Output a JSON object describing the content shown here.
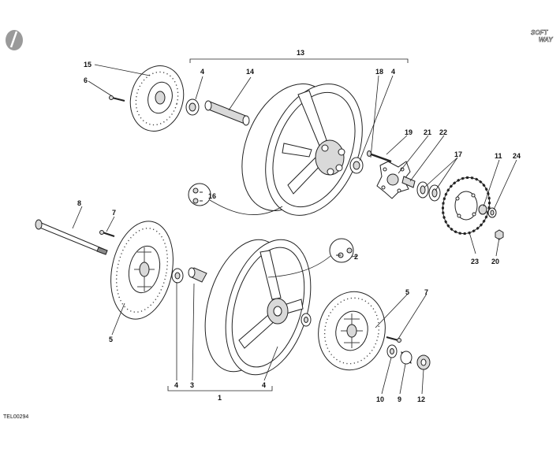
{
  "diagram": {
    "drawing_code": "TEL00294",
    "logo": {
      "line1": "SOFT",
      "line2": "WAY"
    },
    "callouts": {
      "c1": "1",
      "c2": "2",
      "c3": "3",
      "c4a": "4",
      "c4b": "4",
      "c4c": "4",
      "c4d": "4",
      "c5a": "5",
      "c5b": "5",
      "c6": "6",
      "c7a": "7",
      "c7b": "7",
      "c8": "8",
      "c9": "9",
      "c10": "10",
      "c11": "11",
      "c12": "12",
      "c13": "13",
      "c14": "14",
      "c15": "15",
      "c16": "16",
      "c17": "17",
      "c18": "18",
      "c19": "19",
      "c20": "20",
      "c21": "21",
      "c22": "22",
      "c23": "23",
      "c24": "24"
    }
  }
}
